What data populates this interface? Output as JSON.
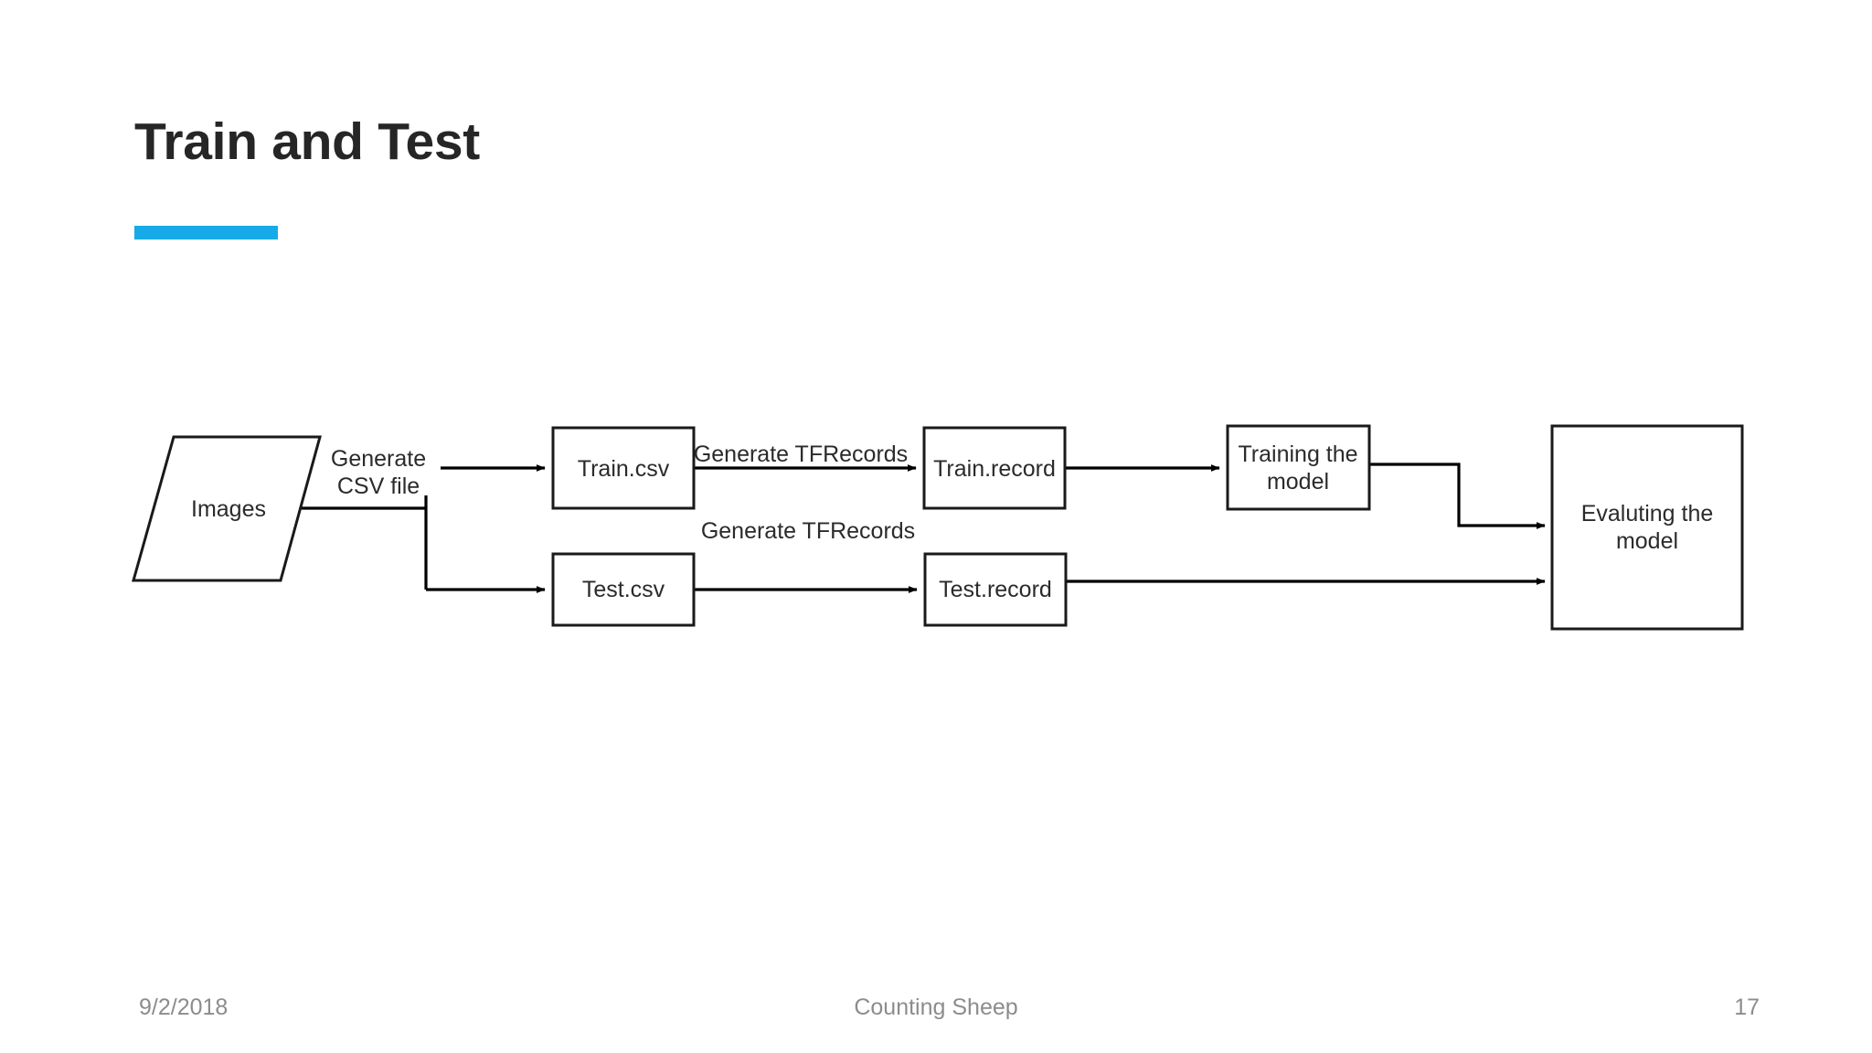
{
  "slide": {
    "title": "Train and Test",
    "accent_color": "#17aae8",
    "title_color": "#262626",
    "background": "#ffffff"
  },
  "footer": {
    "date": "9/2/2018",
    "deck_title": "Counting Sheep",
    "page_number": "17",
    "text_color": "#8c8c8c"
  },
  "diagram": {
    "type": "flowchart",
    "stroke_color": "#1a1a1a",
    "fill_color": "#ffffff",
    "nodes": [
      {
        "id": "images",
        "label": "Images",
        "shape": "parallelogram"
      },
      {
        "id": "train_csv",
        "label": "Train.csv",
        "shape": "rectangle"
      },
      {
        "id": "test_csv",
        "label": "Test.csv",
        "shape": "rectangle"
      },
      {
        "id": "train_rec",
        "label": "Train.record",
        "shape": "rectangle"
      },
      {
        "id": "test_rec",
        "label": "Test.record",
        "shape": "rectangle"
      },
      {
        "id": "training",
        "label_line1": "Training the",
        "label_line2": "model",
        "shape": "rectangle"
      },
      {
        "id": "evaluting",
        "label_line1": "Evaluting the",
        "label_line2": "model",
        "shape": "rectangle"
      }
    ],
    "edges": [
      {
        "from": "images",
        "to": "train_csv",
        "label_line1": "Generate",
        "label_line2": "CSV file"
      },
      {
        "from": "images",
        "to": "test_csv",
        "label": ""
      },
      {
        "from": "train_csv",
        "to": "train_rec",
        "label": "Generate TFRecords"
      },
      {
        "from": "test_csv",
        "to": "test_rec",
        "label": "Generate TFRecords"
      },
      {
        "from": "train_rec",
        "to": "training",
        "label": ""
      },
      {
        "from": "training",
        "to": "evaluting",
        "label": ""
      },
      {
        "from": "test_rec",
        "to": "evaluting",
        "label": ""
      }
    ]
  }
}
